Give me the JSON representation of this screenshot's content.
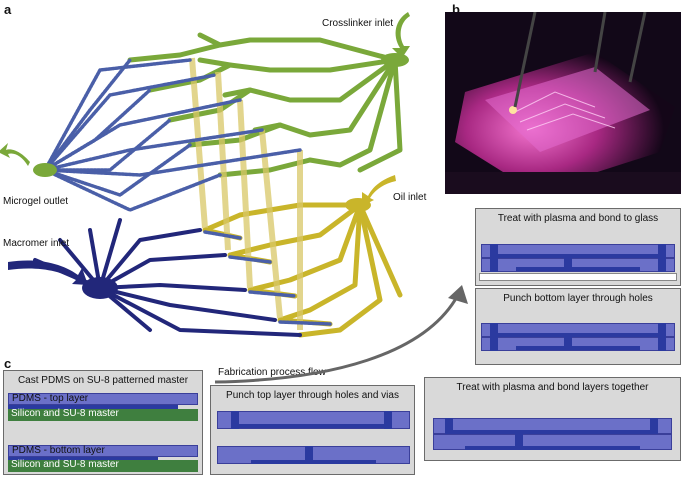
{
  "panels": {
    "a": "a",
    "b": "b",
    "c": "c"
  },
  "diagram_a": {
    "crosslinker_inlet": "Crosslinker inlet",
    "oil_inlet": "Oil inlet",
    "microgel_outlet": "Microgel outlet",
    "macromer_inlet": "Macromer inlet",
    "colors": {
      "crosslinker": "#7aa83a",
      "oil": "#c9b52a",
      "macromer": "#22277a"
    }
  },
  "fabrication": {
    "flow_label": "Fabrication process flow",
    "step1": {
      "title": "Cast PDMS on SU-8 patterned master",
      "top_layer": "PDMS - top layer",
      "top_master": "Silicon and SU-8 master",
      "bottom_layer": "PDMS - bottom layer",
      "bottom_master": "Silicon and SU-8 master"
    },
    "step2": {
      "title": "Punch top layer through holes and vias"
    },
    "step3": {
      "title": "Treat with plasma and bond layers together"
    },
    "step4": {
      "title": "Punch bottom layer through holes"
    },
    "step5": {
      "title": "Treat with plasma and bond to glass"
    }
  }
}
